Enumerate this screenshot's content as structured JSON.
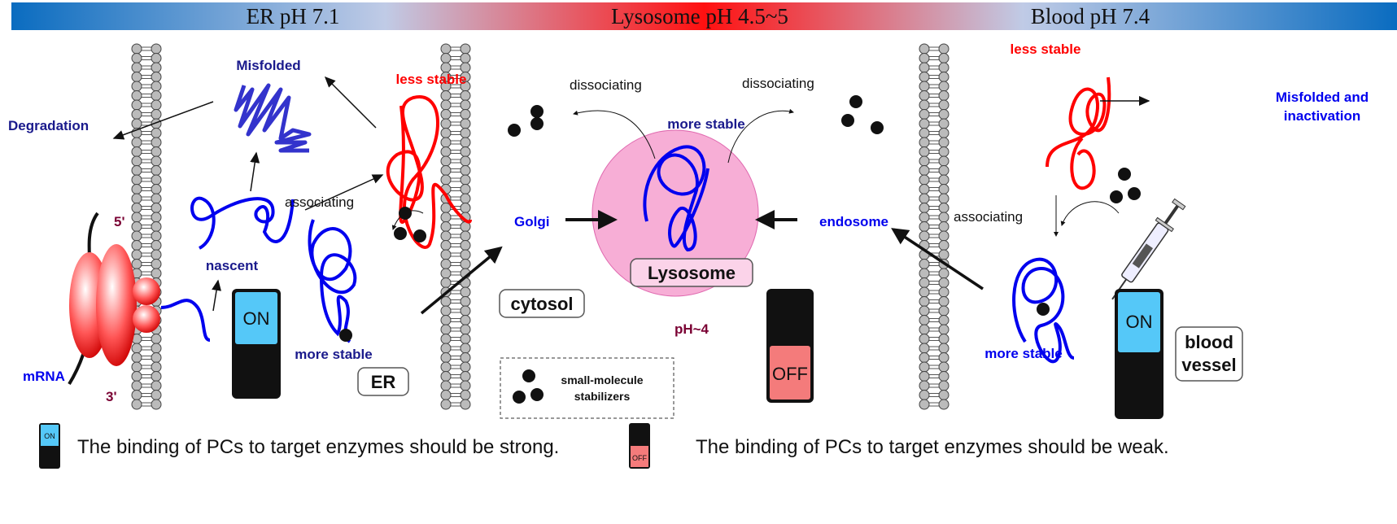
{
  "header": {
    "left": "ER pH 7.1",
    "center": "Lysosome pH 4.5~5",
    "right": "Blood pH 7.4"
  },
  "colors": {
    "neutral_ph": "#0a6cc0",
    "acidic_ph": "#ff0000",
    "less_stable": "#ff0000",
    "more_stable": "#0000ee",
    "dark_label": "#1a1a8c",
    "lysosome": "#f7aed6",
    "switch_on": "#55c8f8",
    "switch_off": "#f47b7b"
  },
  "er": {
    "misfolded": "Misfolded",
    "degradation": "Degradation",
    "less_stable": "less stable",
    "nascent": "nascent",
    "associating": "associating",
    "more_stable": "more stable",
    "mrna": "mRNA",
    "five_prime": "5'",
    "three_prime": "3'",
    "compartment": "ER",
    "switch": "ON"
  },
  "lysosome": {
    "dissociating_left": "dissociating",
    "dissociating_right": "dissociating",
    "more_stable": "more stable",
    "golgi": "Golgi",
    "endosome": "endosome",
    "cytosol": "cytosol",
    "compartment": "Lysosome",
    "ph": "pH~4",
    "switch": "OFF",
    "stabilizers_legend": [
      "small-molecule",
      "stabilizers"
    ]
  },
  "blood": {
    "less_stable": "less stable",
    "misfolded": [
      "Misfolded and",
      "inactivation"
    ],
    "associating": "associating",
    "more_stable": "more stable",
    "compartment": [
      "blood",
      "vessel"
    ],
    "switch": "ON"
  },
  "legend": [
    {
      "switch": "ON",
      "text": "The binding of PCs to target enzymes should be strong."
    },
    {
      "switch": "OFF",
      "text": "The binding of PCs to target enzymes should be weak."
    }
  ]
}
